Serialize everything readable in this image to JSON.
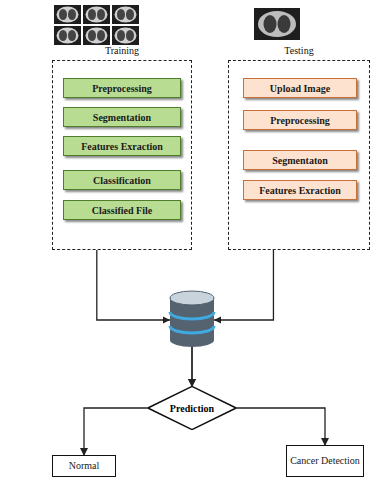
{
  "diagram": {
    "nodes": [
      {
        "text": [
          "Training"
        ]
      },
      {
        "text": [
          "Preprocessing"
        ],
        "in": 0
      },
      {
        "text": [
          "Segmentation"
        ],
        "in": 0
      },
      {
        "text": [
          "Features Exraction"
        ],
        "in": 0
      },
      {
        "text": [
          "Classification"
        ],
        "in": 0
      },
      {
        "text": [
          "Classified File"
        ],
        "in": 0
      },
      {
        "text": [
          "Testing"
        ]
      },
      {
        "text": [
          "Upload Image"
        ],
        "in": 6
      },
      {
        "text": [
          "Preprocessing"
        ],
        "in": 6
      },
      {
        "text": [
          "Segmentaton"
        ],
        "in": 6
      },
      {
        "text": [
          "Features Exraction"
        ],
        "in": 6
      },
      {
        "text": [
          "Prediction"
        ]
      },
      {
        "text": [
          "Normal"
        ]
      },
      {
        "text": [
          "Cancer Detection"
        ]
      }
    ],
    "edges": [
      {
        "from": 0,
        "to": 11,
        "arrow": "to"
      },
      {
        "from": 6,
        "to": 11,
        "arrow": "to"
      },
      {
        "from": 11,
        "to": 12,
        "arrow": "to"
      },
      {
        "from": 11,
        "to": 13,
        "arrow": "to"
      }
    ]
  }
}
